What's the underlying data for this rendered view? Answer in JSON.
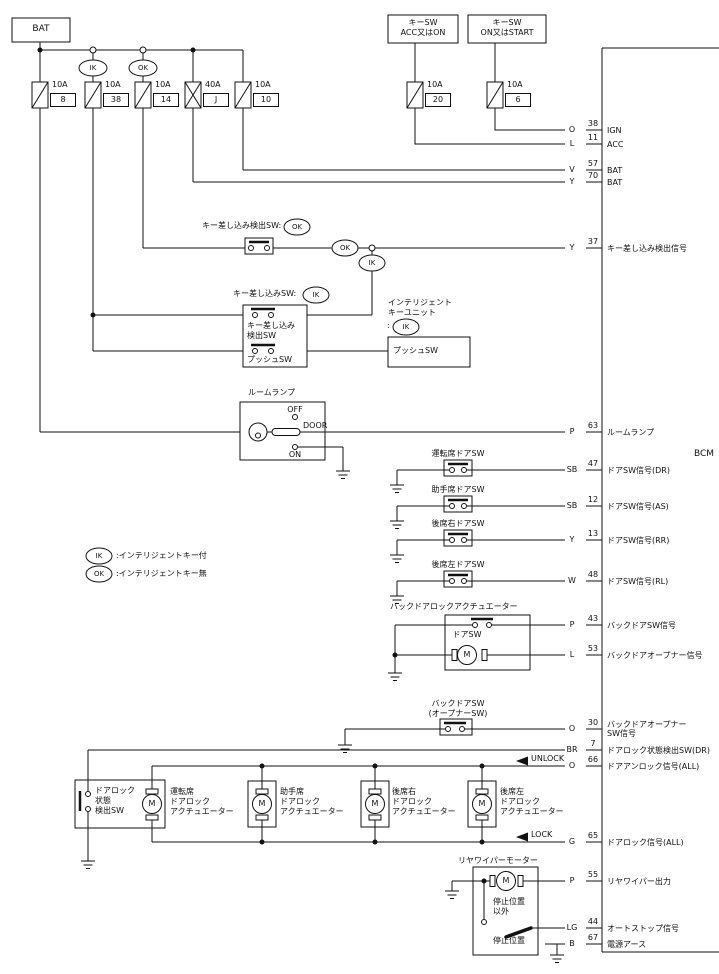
{
  "labels": {
    "bat": "BAT",
    "motor": "M",
    "bcm": "BCM",
    "unlock": "UNLOCK",
    "lock": "LOCK",
    "ik": "IK",
    "ok": "OK"
  },
  "key_switches": {
    "acc_on": "キーSW\nACC又はON",
    "on_start": "キーSW\nON又はSTART"
  },
  "fuses": [
    {
      "rating": "10A",
      "id": "8"
    },
    {
      "rating": "10A",
      "id": "38"
    },
    {
      "rating": "10A",
      "id": "14"
    },
    {
      "rating": "40A",
      "id": "J"
    },
    {
      "rating": "10A",
      "id": "10"
    },
    {
      "rating": "10A",
      "id": "20"
    },
    {
      "rating": "10A",
      "id": "6"
    }
  ],
  "key_insert": {
    "ok_label": "キー差し込み検出SW:",
    "ik_label": "キー差し込みSW:",
    "detect_sw": "キー差し込み\n検出SW",
    "push_sw": "プッシュSW",
    "unit_label": "インテリジェント\nキーユニット",
    "unit_tag_prefix": ":",
    "unit_push_sw": "プッシュSW"
  },
  "room_lamp": {
    "label": "ルームランプ",
    "off": "OFF",
    "door": "DOOR",
    "on": "ON"
  },
  "door_switches": [
    "運転席ドアSW",
    "助手席ドアSW",
    "後席右ドアSW",
    "後席左ドアSW"
  ],
  "back_door": {
    "actuator_label": "バックドアロックアクチュエーター",
    "door_sw": "ドアSW",
    "sw_label": "バックドアSW\n(オープナーSW)"
  },
  "door_lock": {
    "status_sw": "ドアロック\n状態\n検出SW",
    "driver": "運転席\nドアロック\nアクチュエーター",
    "passenger": "助手席\nドアロック\nアクチュエーター",
    "rear_right": "後席右\nドアロック\nアクチュエーター",
    "rear_left": "後席左\nドアロック\nアクチュエーター"
  },
  "rear_wiper": {
    "label": "リヤワイパーモーター",
    "not_stop": "停止位置\n以外",
    "stop": "停止位置"
  },
  "legend": [
    {
      "tag": "IK",
      "text": ":インテリジェントキー付"
    },
    {
      "tag": "OK",
      "text": ":インテリジェントキー無"
    }
  ],
  "bcm_pins": [
    {
      "color": "O",
      "num": "38",
      "name": "IGN"
    },
    {
      "color": "L",
      "num": "11",
      "name": "ACC"
    },
    {
      "color": "V",
      "num": "57",
      "name": "BAT"
    },
    {
      "color": "Y",
      "num": "70",
      "name": "BAT"
    },
    {
      "color": "Y",
      "num": "37",
      "name": "キー差し込み検出信号"
    },
    {
      "color": "P",
      "num": "63",
      "name": "ルームランプ"
    },
    {
      "color": "SB",
      "num": "47",
      "name": "ドアSW信号(DR)"
    },
    {
      "color": "SB",
      "num": "12",
      "name": "ドアSW信号(AS)"
    },
    {
      "color": "Y",
      "num": "13",
      "name": "ドアSW信号(RR)"
    },
    {
      "color": "W",
      "num": "48",
      "name": "ドアSW信号(RL)"
    },
    {
      "color": "P",
      "num": "43",
      "name": "バックドアSW信号"
    },
    {
      "color": "L",
      "num": "53",
      "name": "バックドアオープナー信号"
    },
    {
      "color": "O",
      "num": "30",
      "name": "バックドアオープナー\nSW信号"
    },
    {
      "color": "BR",
      "num": "7",
      "name": "ドアロック状態検出SW(DR)"
    },
    {
      "color": "O",
      "num": "66",
      "name": "ドアアンロック信号(ALL)"
    },
    {
      "color": "G",
      "num": "65",
      "name": "ドアロック信号(ALL)"
    },
    {
      "color": "P",
      "num": "55",
      "name": "リヤワイパー出力"
    },
    {
      "color": "LG",
      "num": "44",
      "name": "オートストップ信号"
    },
    {
      "color": "B",
      "num": "67",
      "name": "電源アース"
    }
  ]
}
